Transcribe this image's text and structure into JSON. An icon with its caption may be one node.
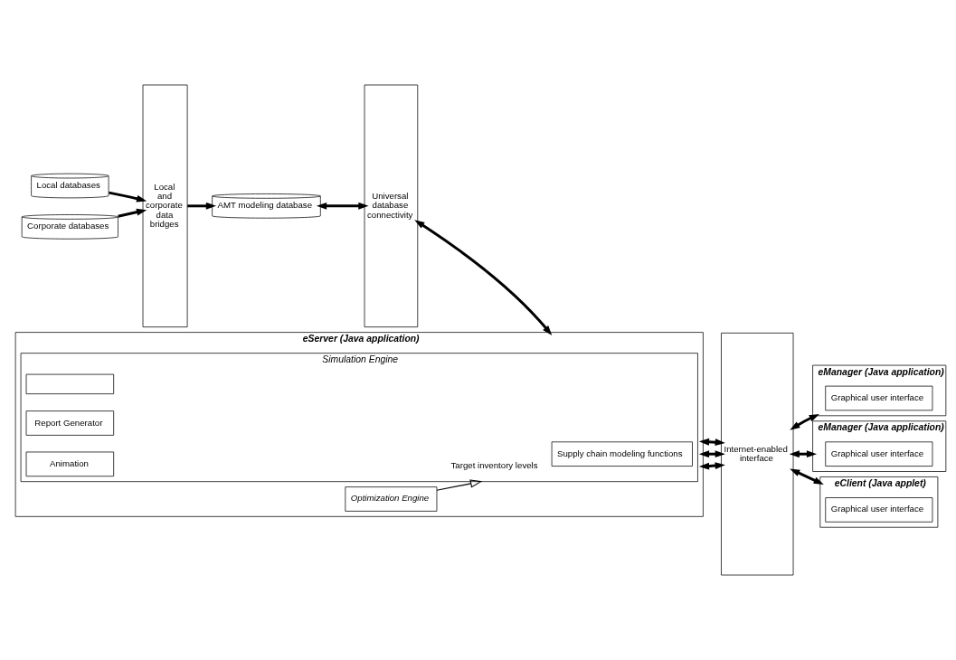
{
  "diagram": {
    "nodes": [
      {
        "text": [
          "Corporate databases"
        ]
      },
      {
        "text": [
          "Local databases"
        ]
      },
      {
        "text": [
          "Local and corporate data bridges"
        ]
      },
      {
        "text": [
          "AMT modeling database"
        ]
      },
      {
        "text": [
          "Universal database connectivity"
        ]
      },
      {
        "text": [
          "eServer (Java application)"
        ]
      },
      {
        "text": [
          "Simulation Engine"
        ],
        "in": 5
      },
      {
        "text": [
          "Supply chain modeling functions"
        ],
        "in": 6
      },
      {
        "text": [],
        "shape": "box",
        "in": 6
      },
      {
        "text": [
          "Report Generator"
        ],
        "in": 6
      },
      {
        "text": [
          "Animation"
        ],
        "in": 6
      },
      {
        "text": [
          "Optimization Engine"
        ],
        "in": 5
      },
      {
        "text": [
          "Internet-enabled interface"
        ]
      },
      {
        "text": [
          "eManager (Java application)"
        ]
      },
      {
        "text": [
          "Graphical user interface"
        ],
        "in": 13
      },
      {
        "text": [
          "eManager (Java application)"
        ]
      },
      {
        "text": [
          "Graphical user interface"
        ],
        "in": 15
      },
      {
        "text": [
          "eClient (Java applet)"
        ]
      },
      {
        "text": [
          "Graphical user interface"
        ],
        "in": 17
      }
    ],
    "edges": [
      {
        "from": 0,
        "to": 2,
        "arrow": "to"
      },
      {
        "from": 1,
        "to": 2,
        "arrow": "to"
      },
      {
        "from": 2,
        "to": 3,
        "arrow": "to"
      },
      {
        "from": 3,
        "to": 4,
        "arrow": "both"
      },
      {
        "from": 4,
        "to": 5,
        "arrow": "both"
      },
      {
        "from": 11,
        "to": 6,
        "arrow": "to",
        "label": "Target inventory levels"
      },
      {
        "from": 5,
        "to": 12,
        "arrow": "both"
      },
      {
        "from": 5,
        "to": 12,
        "arrow": "both"
      },
      {
        "from": 5,
        "to": 12,
        "arrow": "both"
      },
      {
        "from": 12,
        "to": 13,
        "arrow": "both"
      },
      {
        "from": 12,
        "to": 15,
        "arrow": "both"
      },
      {
        "from": 12,
        "to": 17,
        "arrow": "both"
      }
    ]
  }
}
